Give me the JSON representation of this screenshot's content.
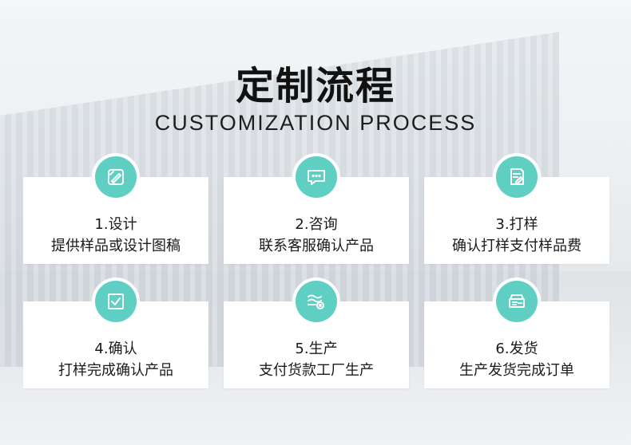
{
  "header": {
    "title": "定制流程",
    "subtitle": "CUSTOMIZATION PROCESS"
  },
  "accent_color": "#5fcfc3",
  "steps": [
    {
      "title": "1.设计",
      "desc": "提供样品或设计图稿",
      "icon": "pencil-ruler-icon"
    },
    {
      "title": "2.咨询",
      "desc": "联系客服确认产品",
      "icon": "chat-bubble-icon"
    },
    {
      "title": "3.打样",
      "desc": "确认打样支付样品费",
      "icon": "document-edit-icon"
    },
    {
      "title": "4.确认",
      "desc": "打样完成确认产品",
      "icon": "checkbox-icon"
    },
    {
      "title": "5.生产",
      "desc": "支付货款工厂生产",
      "icon": "production-gear-icon"
    },
    {
      "title": "6.发货",
      "desc": "生产发货完成订单",
      "icon": "delivery-truck-icon"
    }
  ]
}
